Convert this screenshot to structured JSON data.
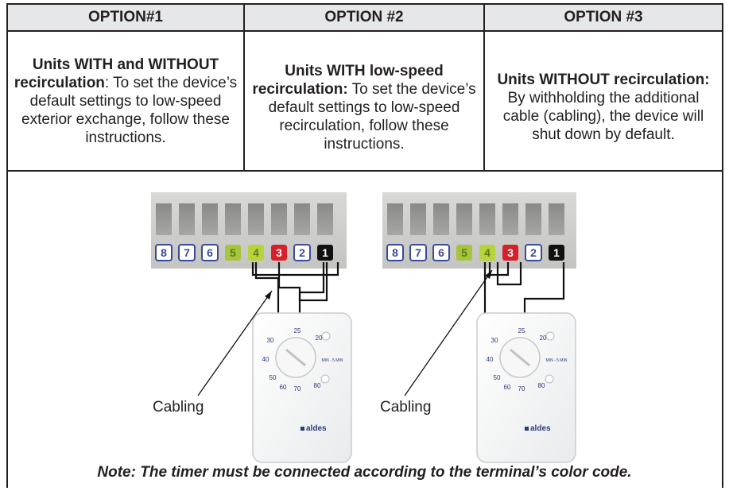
{
  "table": {
    "headers": [
      "OPTION#1",
      "OPTION #2",
      "OPTION #3"
    ],
    "cells": [
      {
        "bold": "Units WITH and WITHOUT recirculation",
        "text": ":  To set the device’s default settings to low-speed exterior exchange, follow these instructions."
      },
      {
        "bold": "Units WITH low-speed recirculation:",
        "text": "  To set the device’s default settings to low-speed recirculation, follow these instructions."
      },
      {
        "bold": "Units WITHOUT recirculation:",
        "text": "  By withholding the additional cable (cabling), the device will shut down by default."
      }
    ]
  },
  "diagrams": [
    {
      "terminals": [
        "8",
        "7",
        "6",
        "5",
        "4",
        "3",
        "2",
        "1"
      ],
      "callout_label": "Cabling",
      "dial_numbers": [
        "25",
        "20",
        "30",
        "40",
        "50",
        "60",
        "70",
        "80"
      ],
      "dial_caption": "MIN - 5 MIN",
      "brand": "aldes"
    },
    {
      "terminals": [
        "8",
        "7",
        "6",
        "5",
        "4",
        "3",
        "2",
        "1"
      ],
      "callout_label": "Cabling",
      "dial_numbers": [
        "25",
        "20",
        "30",
        "40",
        "50",
        "60",
        "70",
        "80"
      ],
      "dial_caption": "MIN - 5 MIN",
      "brand": "aldes"
    }
  ],
  "note": "Note:  The timer must be connected according to the terminal’s color code.",
  "colors": {
    "header_bg": "#e6e7e8",
    "terminal_5": "#a6c43c",
    "terminal_4": "#b6d33a",
    "terminal_3": "#d7202a",
    "terminal_1": "#111111",
    "terminal_default": "#3b4a9a"
  }
}
